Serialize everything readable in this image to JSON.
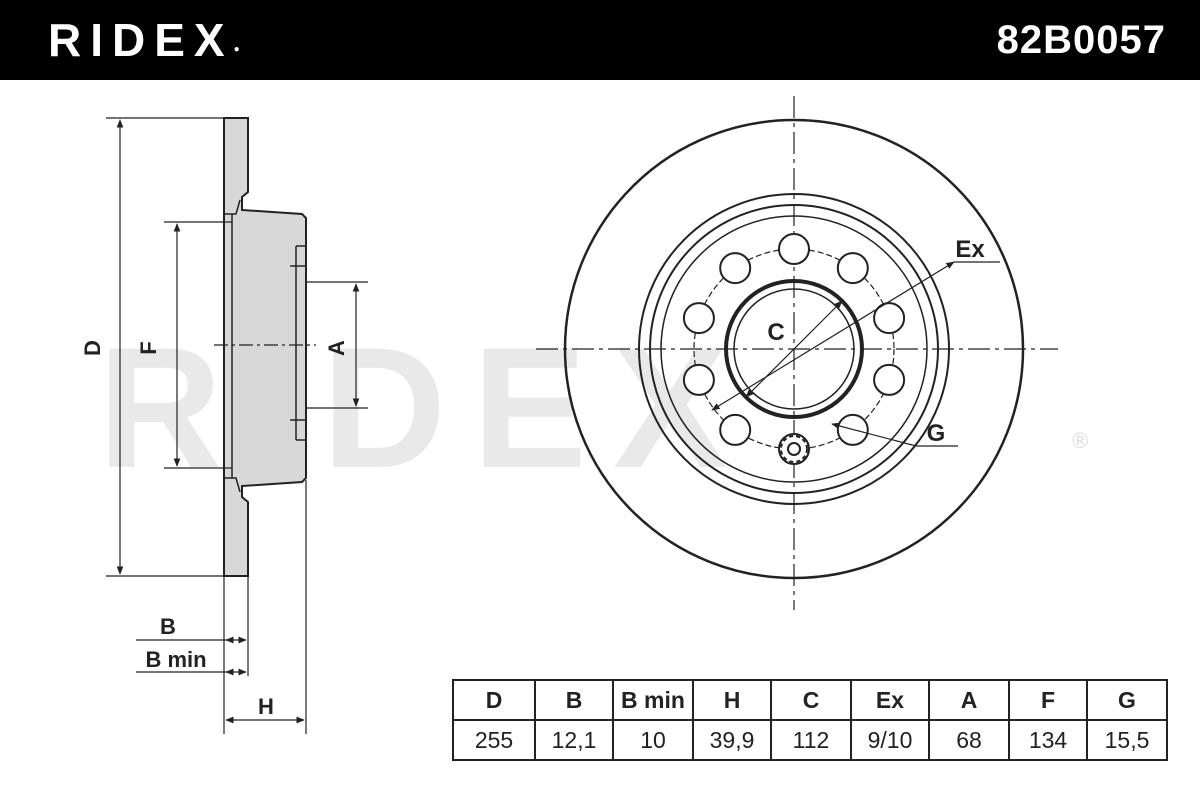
{
  "header": {
    "brand": "RIDEX",
    "part_number": "82B0057"
  },
  "watermark": {
    "text": "RIDEX",
    "registered_symbol": "®"
  },
  "diagram_labels": {
    "D": "D",
    "F": "F",
    "A": "A",
    "B": "B",
    "B_min": "B min",
    "H": "H",
    "C": "C",
    "Ex": "Ex",
    "G": "G"
  },
  "spec_table": {
    "headers": [
      "D",
      "B",
      "B min",
      "H",
      "C",
      "Ex",
      "A",
      "F",
      "G"
    ],
    "values": [
      "255",
      "12,1",
      "10",
      "39,9",
      "112",
      "9/10",
      "68",
      "134",
      "15,5"
    ]
  },
  "colors": {
    "header_bg": "#000000",
    "line": "#222222",
    "disc_fill": "#d8d8d8",
    "watermark": "#e9e9e9"
  }
}
